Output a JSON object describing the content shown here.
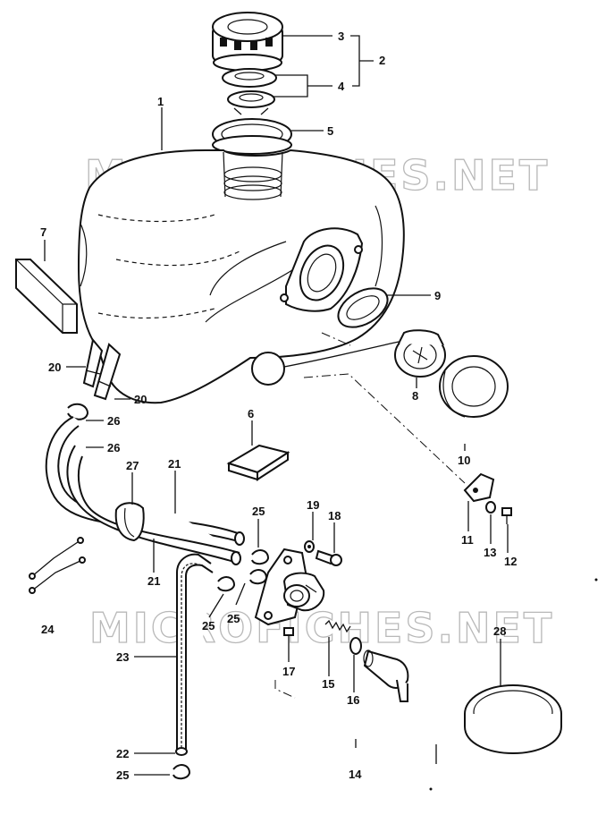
{
  "watermarks": [
    "MICROFICHES.NET",
    "MICROFICHES.NET"
  ],
  "callouts": {
    "c1": "1",
    "c2": "2",
    "c3": "3",
    "c4": "4",
    "c5": "5",
    "c6": "6",
    "c7": "7",
    "c8": "8",
    "c9": "9",
    "c10": "10",
    "c11": "11",
    "c12": "12",
    "c13": "13",
    "c14": "14",
    "c15": "15",
    "c16": "16",
    "c17": "17",
    "c18": "18",
    "c19": "19",
    "c20a": "20",
    "c20b": "20",
    "c21a": "21",
    "c21b": "21",
    "c22": "22",
    "c23": "23",
    "c24": "24",
    "c25a": "25",
    "c25b": "25",
    "c25c": "25",
    "c25d": "25",
    "c26a": "26",
    "c26b": "26",
    "c27": "27",
    "c28": "28"
  },
  "colors": {
    "line": "#111111",
    "watermark": "#b8b8b8",
    "background": "#ffffff"
  }
}
